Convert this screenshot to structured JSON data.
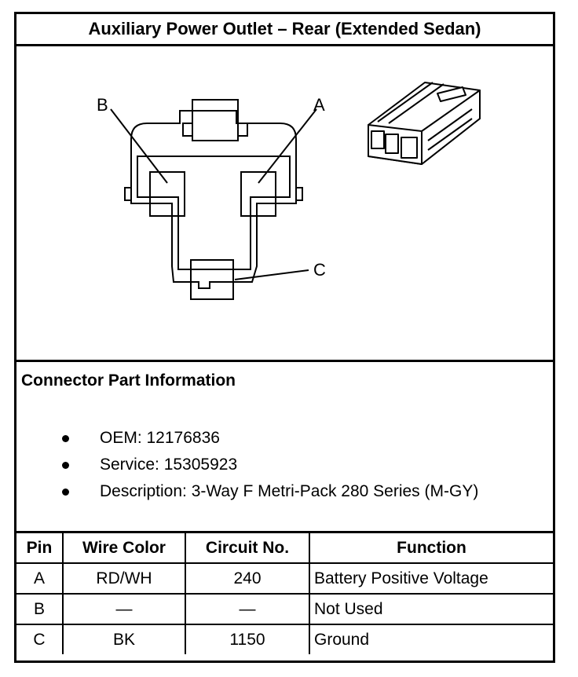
{
  "title": "Auxiliary Power Outlet – Rear (Extended Sedan)",
  "diagram": {
    "cavity_labels": [
      "B",
      "A",
      "C"
    ]
  },
  "info": {
    "heading": "Connector Part Information",
    "items": [
      "OEM: 12176836",
      "Service: 15305923",
      "Description: 3-Way F Metri-Pack 280 Series (M-GY)"
    ]
  },
  "table": {
    "headers": [
      "Pin",
      "Wire Color",
      "Circuit No.",
      "Function"
    ],
    "rows": [
      [
        "A",
        "RD/WH",
        "240",
        "Battery Positive Voltage"
      ],
      [
        "B",
        "—",
        "—",
        "Not Used"
      ],
      [
        "C",
        "BK",
        "1150",
        "Ground"
      ]
    ]
  }
}
